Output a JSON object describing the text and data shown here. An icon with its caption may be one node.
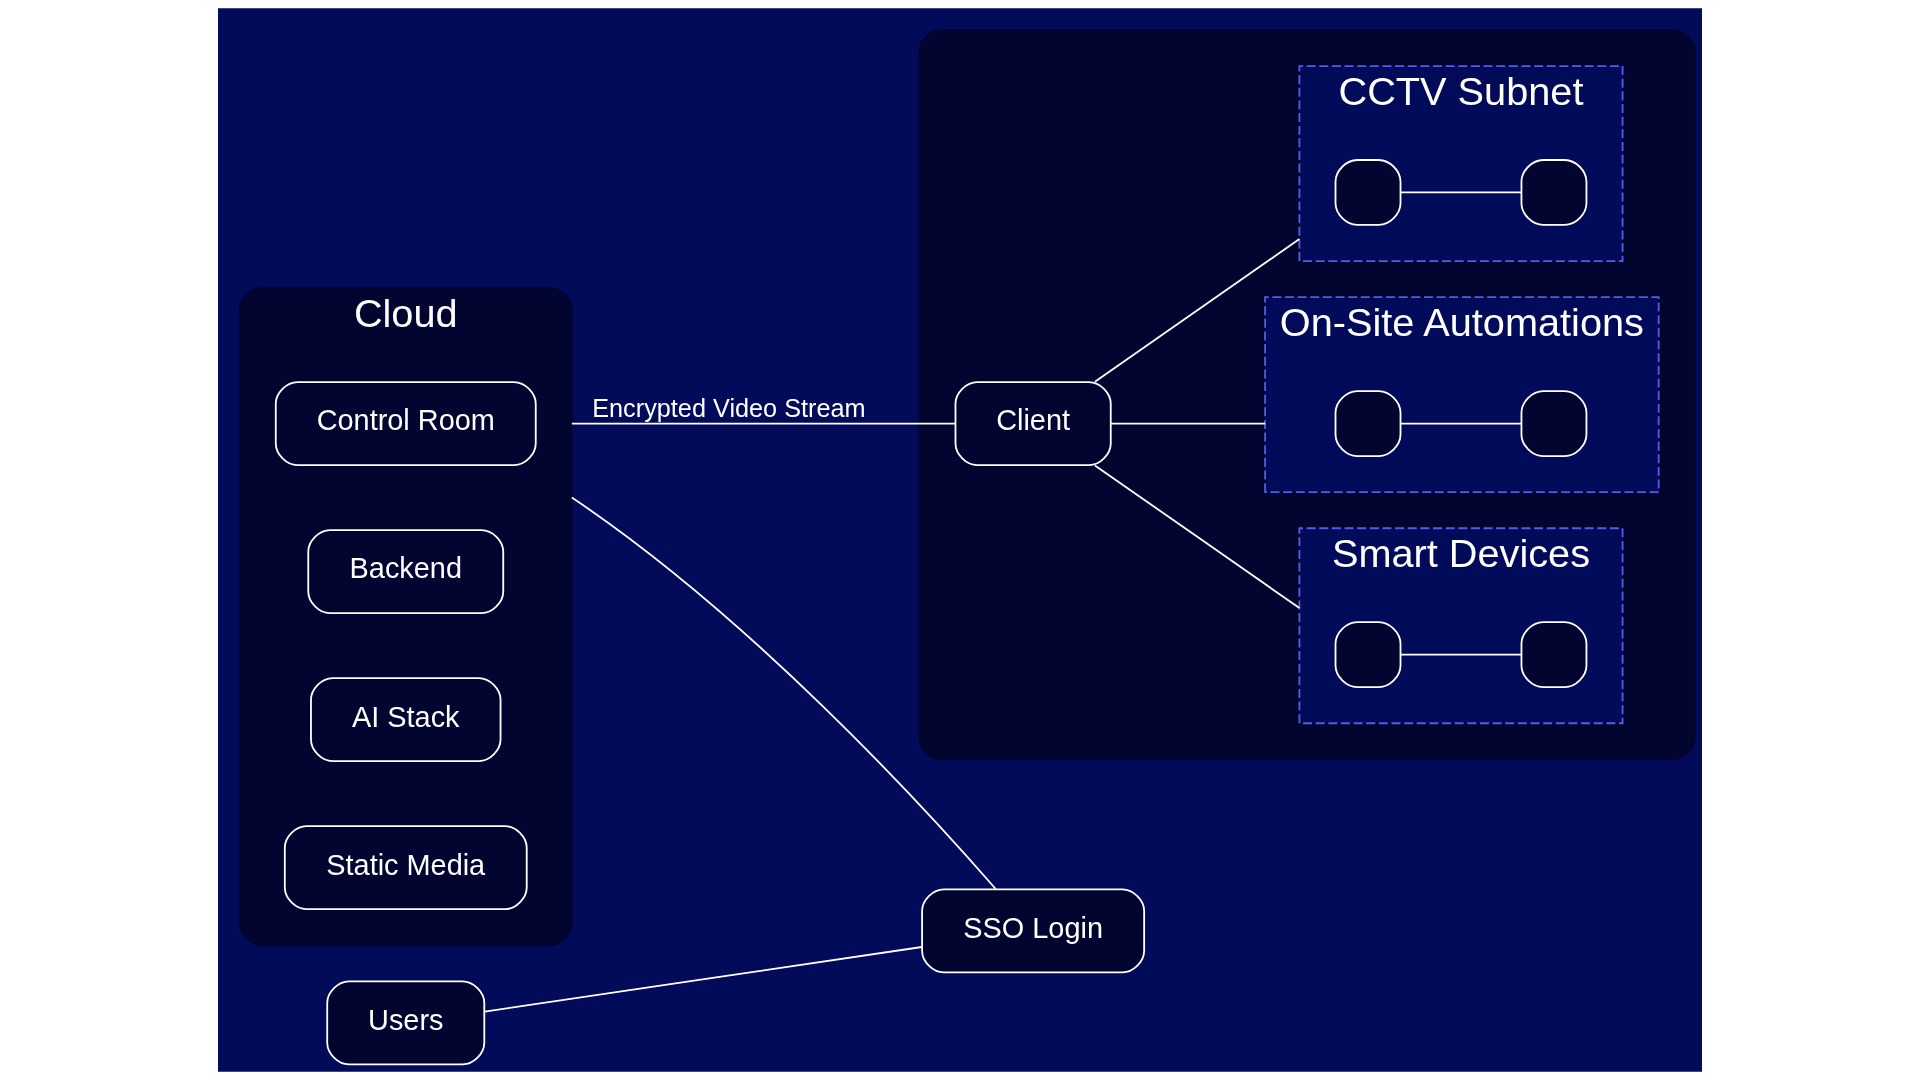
{
  "diagram": {
    "nodes": [
      {
        "text": [
          "Cloud"
        ]
      },
      {
        "text": [
          "Control Room"
        ],
        "in": 0
      },
      {
        "text": [
          "Backend"
        ],
        "in": 0
      },
      {
        "text": [
          "AI Stack"
        ],
        "in": 0
      },
      {
        "text": [
          "Static Media"
        ],
        "in": 0
      },
      {
        "text": [
          "Users"
        ]
      },
      {
        "text": [
          "SSO Login"
        ]
      },
      {
        "text": [],
        "shape": "box"
      },
      {
        "text": [
          "Client"
        ],
        "in": 7
      },
      {
        "text": [
          "Smart Devices"
        ],
        "in": 7
      },
      {
        "text": [],
        "shape": "box",
        "in": 9
      },
      {
        "text": [],
        "shape": "box",
        "in": 9
      },
      {
        "text": [
          "On-Site Automations"
        ],
        "in": 7
      },
      {
        "text": [],
        "shape": "box",
        "in": 12
      },
      {
        "text": [],
        "shape": "box",
        "in": 12
      },
      {
        "text": [
          "CCTV Subnet"
        ],
        "in": 7
      },
      {
        "text": [],
        "shape": "box",
        "in": 15
      },
      {
        "text": [],
        "shape": "box",
        "in": 15
      }
    ],
    "edges": [
      {
        "from": 0,
        "to": 8,
        "arrow": "none",
        "label": "Encrypted Video Stream"
      },
      {
        "from": 0,
        "to": 6,
        "arrow": "none"
      },
      {
        "from": 5,
        "to": 6,
        "arrow": "none"
      },
      {
        "from": 8,
        "to": 9,
        "arrow": "none"
      },
      {
        "from": 8,
        "to": 12,
        "arrow": "none"
      },
      {
        "from": 8,
        "to": 15,
        "arrow": "none"
      },
      {
        "from": 10,
        "to": 11,
        "arrow": "none"
      },
      {
        "from": 13,
        "to": 14,
        "arrow": "none"
      },
      {
        "from": 16,
        "to": 17,
        "arrow": "none"
      }
    ]
  }
}
